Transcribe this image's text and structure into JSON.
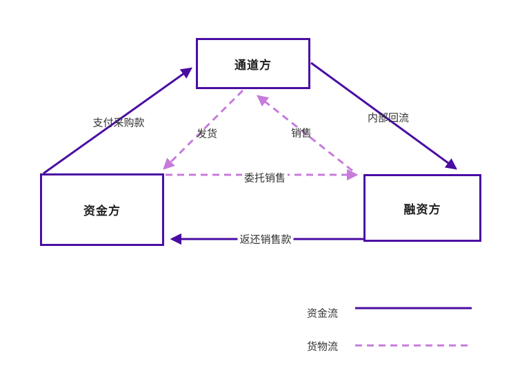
{
  "diagram": {
    "nodes": [
      {
        "id": "channel",
        "label": "通道方"
      },
      {
        "id": "capital",
        "label": "资金方"
      },
      {
        "id": "financing",
        "label": "融资方"
      }
    ],
    "edges": [
      {
        "id": "pay-purchase",
        "label": "支付采购款",
        "from": "资金方",
        "to": "通道方",
        "type": "solid"
      },
      {
        "id": "internal-reflow",
        "label": "内部回流",
        "from": "通道方",
        "to": "融资方",
        "type": "solid"
      },
      {
        "id": "ship-goods",
        "label": "发货",
        "from": "通道方",
        "to": "资金方",
        "type": "dashed"
      },
      {
        "id": "sales",
        "label": "销售",
        "from": "融资方",
        "to": "通道方",
        "type": "dashed"
      },
      {
        "id": "consign-sales",
        "label": "委托销售",
        "from": "资金方",
        "to": "融资方",
        "type": "dashed"
      },
      {
        "id": "return-sales",
        "label": "返还销售款",
        "from": "融资方",
        "to": "资金方",
        "type": "solid"
      }
    ],
    "legend": [
      {
        "label": "资金流",
        "line": "solid"
      },
      {
        "label": "货物流",
        "line": "dashed"
      }
    ],
    "colors": {
      "capital_flow": "#4A0DA2",
      "goods_flow": "#C77BDB",
      "node_text": "#1F1F1F",
      "edge_label_text": "#333333"
    }
  }
}
